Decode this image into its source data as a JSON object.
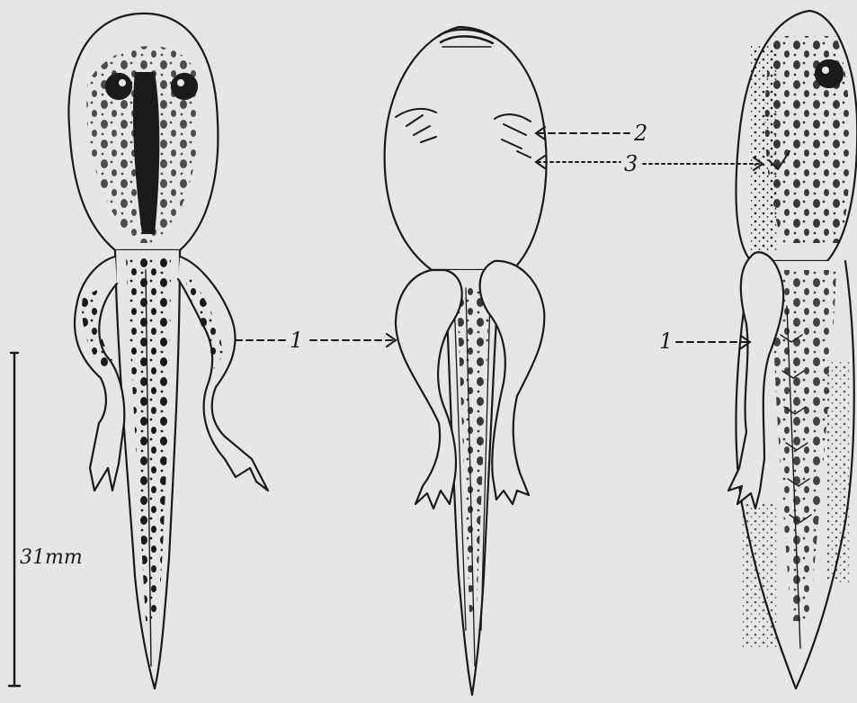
{
  "labels": {
    "left_1": "1",
    "right_1": "1",
    "label_2": "2",
    "label_3": "3",
    "scale": "31mm"
  },
  "colors": {
    "background": "#e6e6e6",
    "ink": "#1a1a1a"
  }
}
